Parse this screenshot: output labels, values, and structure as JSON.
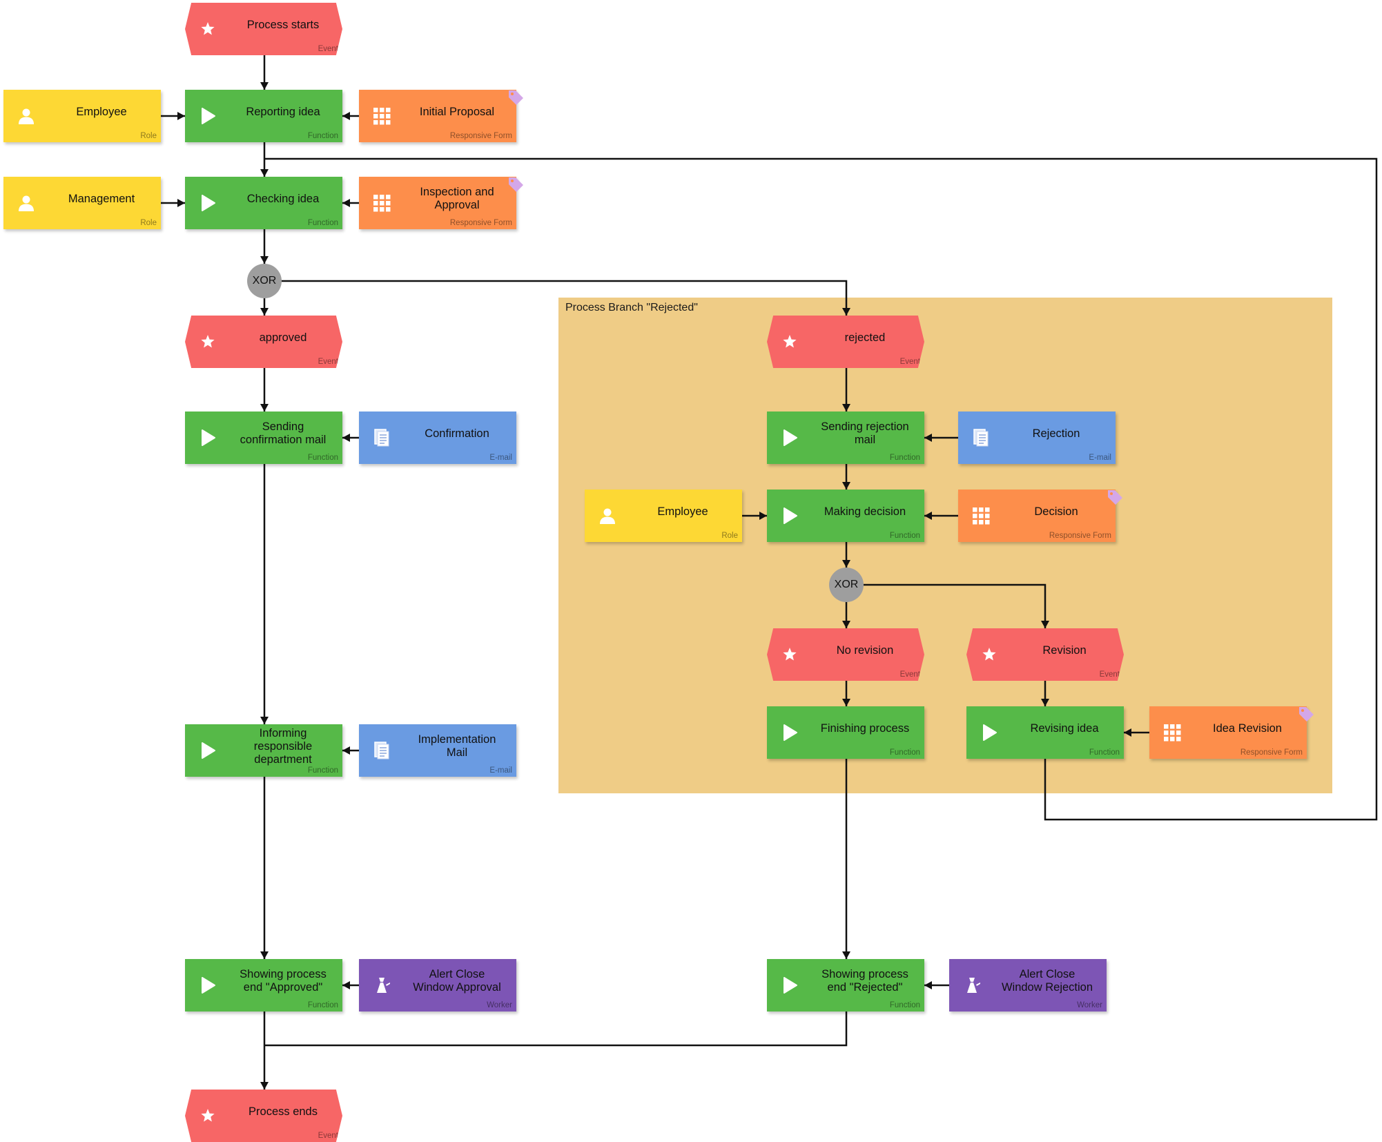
{
  "colors": {
    "event": "#f76666",
    "function": "#56b948",
    "role": "#fdd834",
    "responsive_form": "#fd8e4b",
    "email": "#6a9be2",
    "worker": "#7d55b5",
    "gateway": "#9e9e9e",
    "lane": "#efcc86",
    "connector": "#111111"
  },
  "lane": {
    "title": "Process Branch \"Rejected\""
  },
  "nodes": [
    {
      "id": "process-starts",
      "kind": "event",
      "icon": "star-icon",
      "label": "Process starts",
      "type": "Event"
    },
    {
      "id": "employee-role",
      "kind": "role",
      "icon": "person-icon",
      "label": "Employee",
      "type": "Role"
    },
    {
      "id": "reporting-idea",
      "kind": "function",
      "icon": "play-icon",
      "label": "Reporting idea",
      "type": "Function"
    },
    {
      "id": "initial-proposal",
      "kind": "responsive_form",
      "icon": "grid-icon",
      "tag": true,
      "label": "Initial Proposal",
      "type": "Responsive Form"
    },
    {
      "id": "management-role",
      "kind": "role",
      "icon": "person-icon",
      "label": "Management",
      "type": "Role"
    },
    {
      "id": "checking-idea",
      "kind": "function",
      "icon": "play-icon",
      "label": "Checking idea",
      "type": "Function"
    },
    {
      "id": "inspection-approval",
      "kind": "responsive_form",
      "icon": "grid-icon",
      "tag": true,
      "label": "Inspection and Approval",
      "type": "Responsive Form"
    },
    {
      "id": "approved",
      "kind": "event",
      "icon": "star-icon",
      "label": "approved",
      "type": "Event"
    },
    {
      "id": "sending-confirmation-mail",
      "kind": "function",
      "icon": "play-icon",
      "label": "Sending confirmation mail",
      "type": "Function"
    },
    {
      "id": "confirmation",
      "kind": "email",
      "icon": "document-icon",
      "label": "Confirmation",
      "type": "E-mail"
    },
    {
      "id": "informing-department",
      "kind": "function",
      "icon": "play-icon",
      "label": "Informing responsible department",
      "type": "Function"
    },
    {
      "id": "implementation-mail",
      "kind": "email",
      "icon": "document-icon",
      "label": "Implementation Mail",
      "type": "E-mail"
    },
    {
      "id": "showing-end-approved",
      "kind": "function",
      "icon": "play-icon",
      "label": "Showing process end \"Approved\"",
      "type": "Function"
    },
    {
      "id": "alert-close-approval",
      "kind": "worker",
      "icon": "worker-icon",
      "label": "Alert Close Window Approval",
      "type": "Worker"
    },
    {
      "id": "process-ends",
      "kind": "event",
      "icon": "star-icon",
      "label": "Process ends",
      "type": "Event"
    },
    {
      "id": "rejected",
      "kind": "event",
      "icon": "star-icon",
      "label": "rejected",
      "type": "Event"
    },
    {
      "id": "sending-rejection-mail",
      "kind": "function",
      "icon": "play-icon",
      "label": "Sending rejection mail",
      "type": "Function"
    },
    {
      "id": "rejection",
      "kind": "email",
      "icon": "document-icon",
      "label": "Rejection",
      "type": "E-mail"
    },
    {
      "id": "employee-role-2",
      "kind": "role",
      "icon": "person-icon",
      "label": "Employee",
      "type": "Role"
    },
    {
      "id": "making-decision",
      "kind": "function",
      "icon": "play-icon",
      "label": "Making decision",
      "type": "Function"
    },
    {
      "id": "decision",
      "kind": "responsive_form",
      "icon": "grid-icon",
      "tag": true,
      "label": "Decision",
      "type": "Responsive Form"
    },
    {
      "id": "no-revision",
      "kind": "event",
      "icon": "star-icon",
      "label": "No revision",
      "type": "Event"
    },
    {
      "id": "revision",
      "kind": "event",
      "icon": "star-icon",
      "label": "Revision",
      "type": "Event"
    },
    {
      "id": "finishing-process",
      "kind": "function",
      "icon": "play-icon",
      "label": "Finishing process",
      "type": "Function"
    },
    {
      "id": "revising-idea",
      "kind": "function",
      "icon": "play-icon",
      "label": "Revising idea",
      "type": "Function"
    },
    {
      "id": "idea-revision",
      "kind": "responsive_form",
      "icon": "grid-icon",
      "tag": true,
      "label": "Idea Revision",
      "type": "Responsive Form"
    },
    {
      "id": "showing-end-rejected",
      "kind": "function",
      "icon": "play-icon",
      "label": "Showing process end \"Rejected\"",
      "type": "Function"
    },
    {
      "id": "alert-close-rejection",
      "kind": "worker",
      "icon": "worker-icon",
      "label": "Alert Close Window Rejection",
      "type": "Worker"
    }
  ],
  "gateways": [
    {
      "id": "xor-1",
      "label": "XOR"
    },
    {
      "id": "xor-2",
      "label": "XOR"
    }
  ]
}
